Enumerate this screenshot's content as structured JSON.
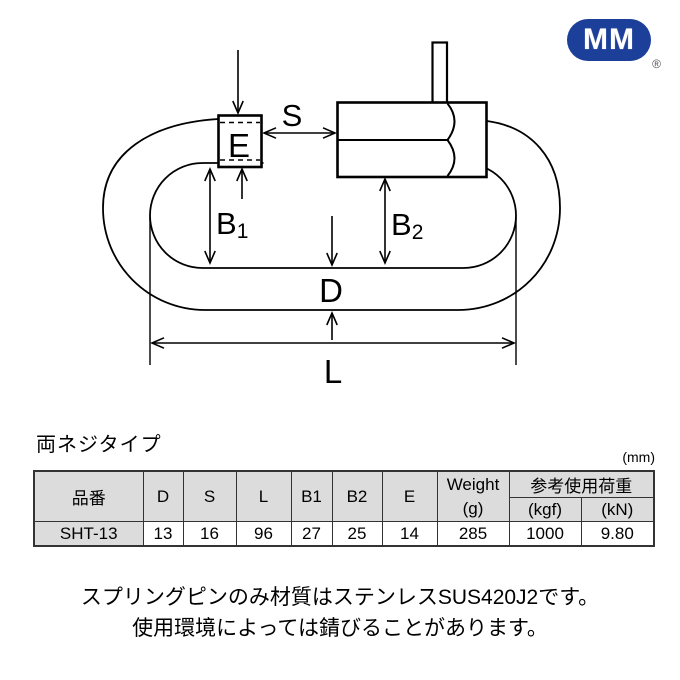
{
  "logo": {
    "text": "MM",
    "registered": "®",
    "color": "#1c3f99"
  },
  "diagram": {
    "labels": {
      "e": "E",
      "s": "S",
      "b1_base": "B",
      "b1_sub": "1",
      "b2_base": "B",
      "b2_sub": "2",
      "d": "D",
      "l": "L"
    }
  },
  "section_title": "両ネジタイプ",
  "unit_note": "(mm)",
  "table": {
    "headers": {
      "part_no": "品番",
      "d": "D",
      "s": "S",
      "l": "L",
      "b1": "B1",
      "b2": "B2",
      "e": "E",
      "weight_line1": "Weight",
      "weight_line2": "(g)",
      "load": "参考使用荷重",
      "load_kgf": "(kgf)",
      "load_kn": "(kN)"
    },
    "row": {
      "part_no": "SHT-13",
      "d": "13",
      "s": "16",
      "l": "96",
      "b1": "27",
      "b2": "25",
      "e": "14",
      "weight": "285",
      "kgf": "1000",
      "kn": "9.80"
    }
  },
  "notes": [
    "スプリングピンのみ材質はステンレスSUS420J2です。",
    "使用環境によっては錆びることがあります。"
  ]
}
